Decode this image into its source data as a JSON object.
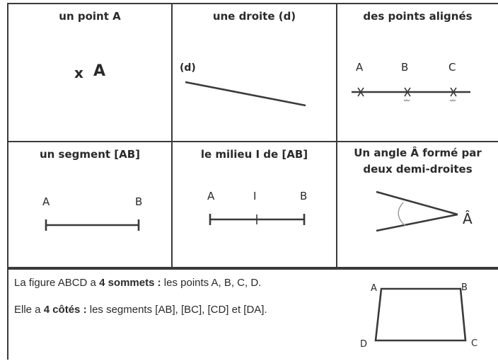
{
  "cells": {
    "point": {
      "title": "un point A",
      "mark": "x",
      "label": "A"
    },
    "line": {
      "title": "une droite (d)",
      "label": "(d)"
    },
    "aligned": {
      "title": "des points alignés",
      "labels": [
        "A",
        "B",
        "C"
      ]
    },
    "segment": {
      "title": "un segment [AB]",
      "labels": [
        "A",
        "B"
      ]
    },
    "midpoint": {
      "title": "le milieu I de [AB]",
      "labels": [
        "A",
        "I",
        "B"
      ]
    },
    "angle": {
      "title_line1": "Un angle Â formé par",
      "title_line2": "deux demi-droites",
      "label": "Â"
    }
  },
  "bottom": {
    "line1_pre": "La figure ABCD a ",
    "line1_bold": "4 sommets :",
    "line1_post": " les points A, B, C, D.",
    "line2_pre": "Elle  a ",
    "line2_bold": "4 côtés :",
    "line2_post": "  les segments [AB], [BC], [CD] et [DA].",
    "vertices": [
      "A",
      "B",
      "C",
      "D"
    ]
  }
}
